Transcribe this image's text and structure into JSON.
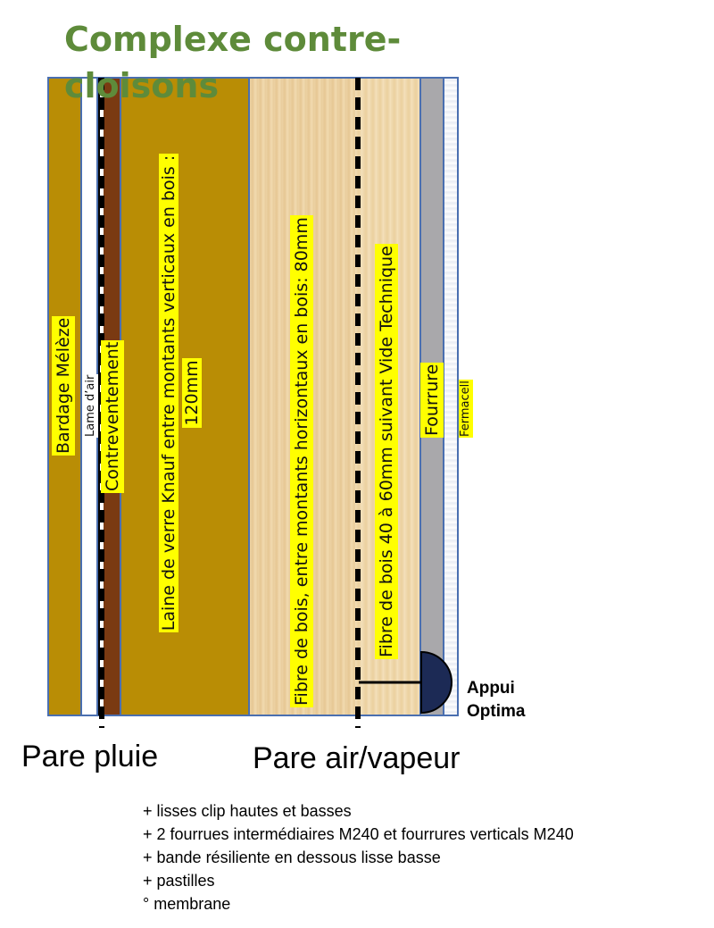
{
  "diagram": {
    "title": "Complexe contre-cloisons",
    "layers": {
      "bardage": "Bardage Mélèze",
      "lame_air": "Lame d’air",
      "contreventement": "Contreventement",
      "laine_line1": "Laine de verre Knauf entre montants verticaux en bois :",
      "laine_line2": "120mm",
      "fibre_bois_1": "Fibre de bois, entre montants horizontaux en bois: 80mm",
      "fibre_bois_2": "Fibre de bois 40 à 60mm suivant Vide Technique",
      "fourrure": "Fourrure",
      "fermacell": "Fermacell"
    },
    "appui_line1": "Appui",
    "appui_line2": "Optima",
    "pare_pluie": "Pare pluie",
    "pare_air": "Pare air/vapeur",
    "notes": [
      "+ lisses clip hautes et basses",
      "+ 2 fourrues intermédiaires M240 et fourrures verticals M240",
      "+ bande résiliente en dessous lisse basse",
      "+ pastilles",
      "° membrane"
    ],
    "colors": {
      "title": "#5e8b3a",
      "wood": "#b98d05",
      "highlight": "#ffff00",
      "frame": "#4a6fb0"
    }
  }
}
